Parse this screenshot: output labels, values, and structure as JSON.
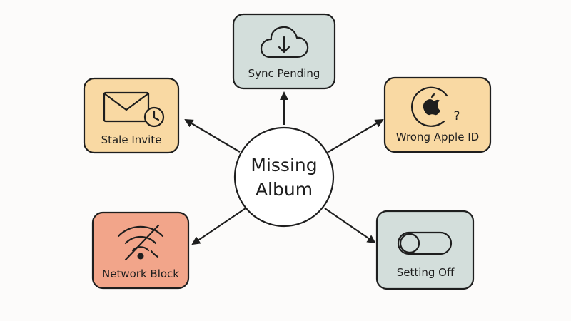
{
  "center": {
    "line1": "Missing",
    "line2": "Album",
    "fill": "#ffffff"
  },
  "nodes": {
    "sync_pending": {
      "label": "Sync Pending",
      "fill": "#d3dedb",
      "icon": "cloud-download-icon"
    },
    "stale_invite": {
      "label": "Stale Invite",
      "fill": "#f9d9a3",
      "icon": "envelope-clock-icon"
    },
    "wrong_apple_id": {
      "label": "Wrong Apple ID",
      "fill": "#f9d9a3",
      "icon": "apple-id-question-icon",
      "badge": "?"
    },
    "network_block": {
      "label": "Network Block",
      "fill": "#f2a58a",
      "icon": "wifi-off-icon"
    },
    "setting_off": {
      "label": "Setting Off",
      "fill": "#d3dedb",
      "icon": "toggle-off-icon"
    }
  },
  "colors": {
    "stroke": "#1e1e1e",
    "background": "#fcfbfa"
  }
}
